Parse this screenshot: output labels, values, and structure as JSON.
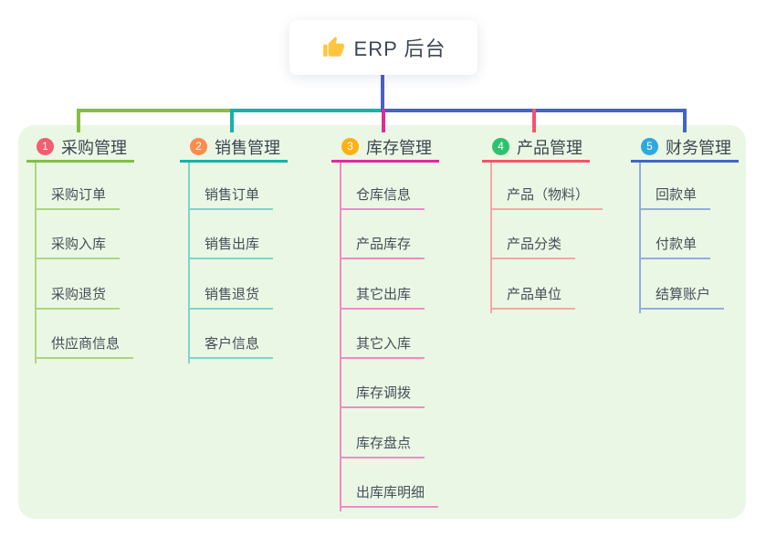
{
  "root": {
    "label": "ERP 后台",
    "icon": "thumbs-up-icon",
    "icon_color": "#ffc53d"
  },
  "colors": {
    "panel_bg": "#eaf7e4",
    "trunk": "#4c5ec9",
    "canvas_bg": "#ffffff",
    "text": "#3c4650"
  },
  "branches": [
    {
      "index": "1",
      "label": "采购管理",
      "badge_color": "#f35d72",
      "line_color": "#84be44",
      "child_line_color": "#aed581",
      "children": [
        "采购订单",
        "采购入库",
        "采购退货",
        "供应商信息"
      ]
    },
    {
      "index": "2",
      "label": "销售管理",
      "badge_color": "#fb8c4e",
      "line_color": "#14b3a6",
      "child_line_color": "#7fd4cb",
      "children": [
        "销售订单",
        "销售出库",
        "销售退货",
        "客户信息"
      ]
    },
    {
      "index": "3",
      "label": "库存管理",
      "badge_color": "#fbb117",
      "line_color": "#dd2c9c",
      "child_line_color": "#f08bc5",
      "children": [
        "仓库信息",
        "产品库存",
        "其它出库",
        "其它入库",
        "库存调拨",
        "库存盘点",
        "出库库明细"
      ]
    },
    {
      "index": "4",
      "label": "产品管理",
      "badge_color": "#2ec26e",
      "line_color": "#f4546c",
      "child_line_color": "#f7a6a6",
      "children": [
        "产品（物料）",
        "产品分类",
        "产品单位"
      ]
    },
    {
      "index": "5",
      "label": "财务管理",
      "badge_color": "#2fa8dd",
      "line_color": "#4365c3",
      "child_line_color": "#93ace0",
      "children": [
        "回款单",
        "付款单",
        "结算账户"
      ]
    }
  ]
}
